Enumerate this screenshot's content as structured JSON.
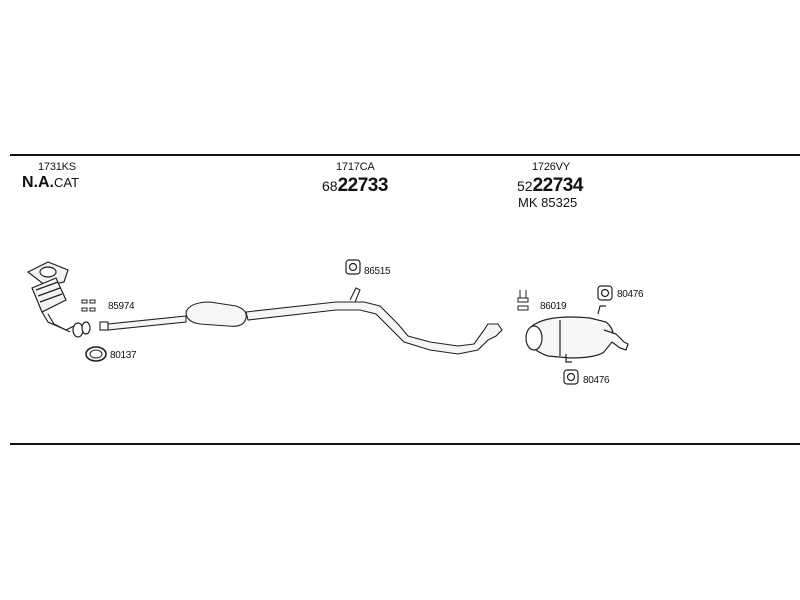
{
  "header": {
    "groups": [
      {
        "code": "1731KS",
        "label_bold": "N.A.",
        "label_rest": "CAT"
      },
      {
        "code": "1717CA",
        "prefix": "68",
        "main": "22733"
      },
      {
        "code": "1726VY",
        "prefix": "52",
        "main": "22734",
        "extra_prefix": "MK",
        "extra_value": "85325"
      }
    ]
  },
  "parts": [
    {
      "ref": "85974"
    },
    {
      "ref": "80137"
    },
    {
      "ref": "86515"
    },
    {
      "ref": "86019"
    },
    {
      "ref": "80476"
    },
    {
      "ref": "80476"
    }
  ]
}
